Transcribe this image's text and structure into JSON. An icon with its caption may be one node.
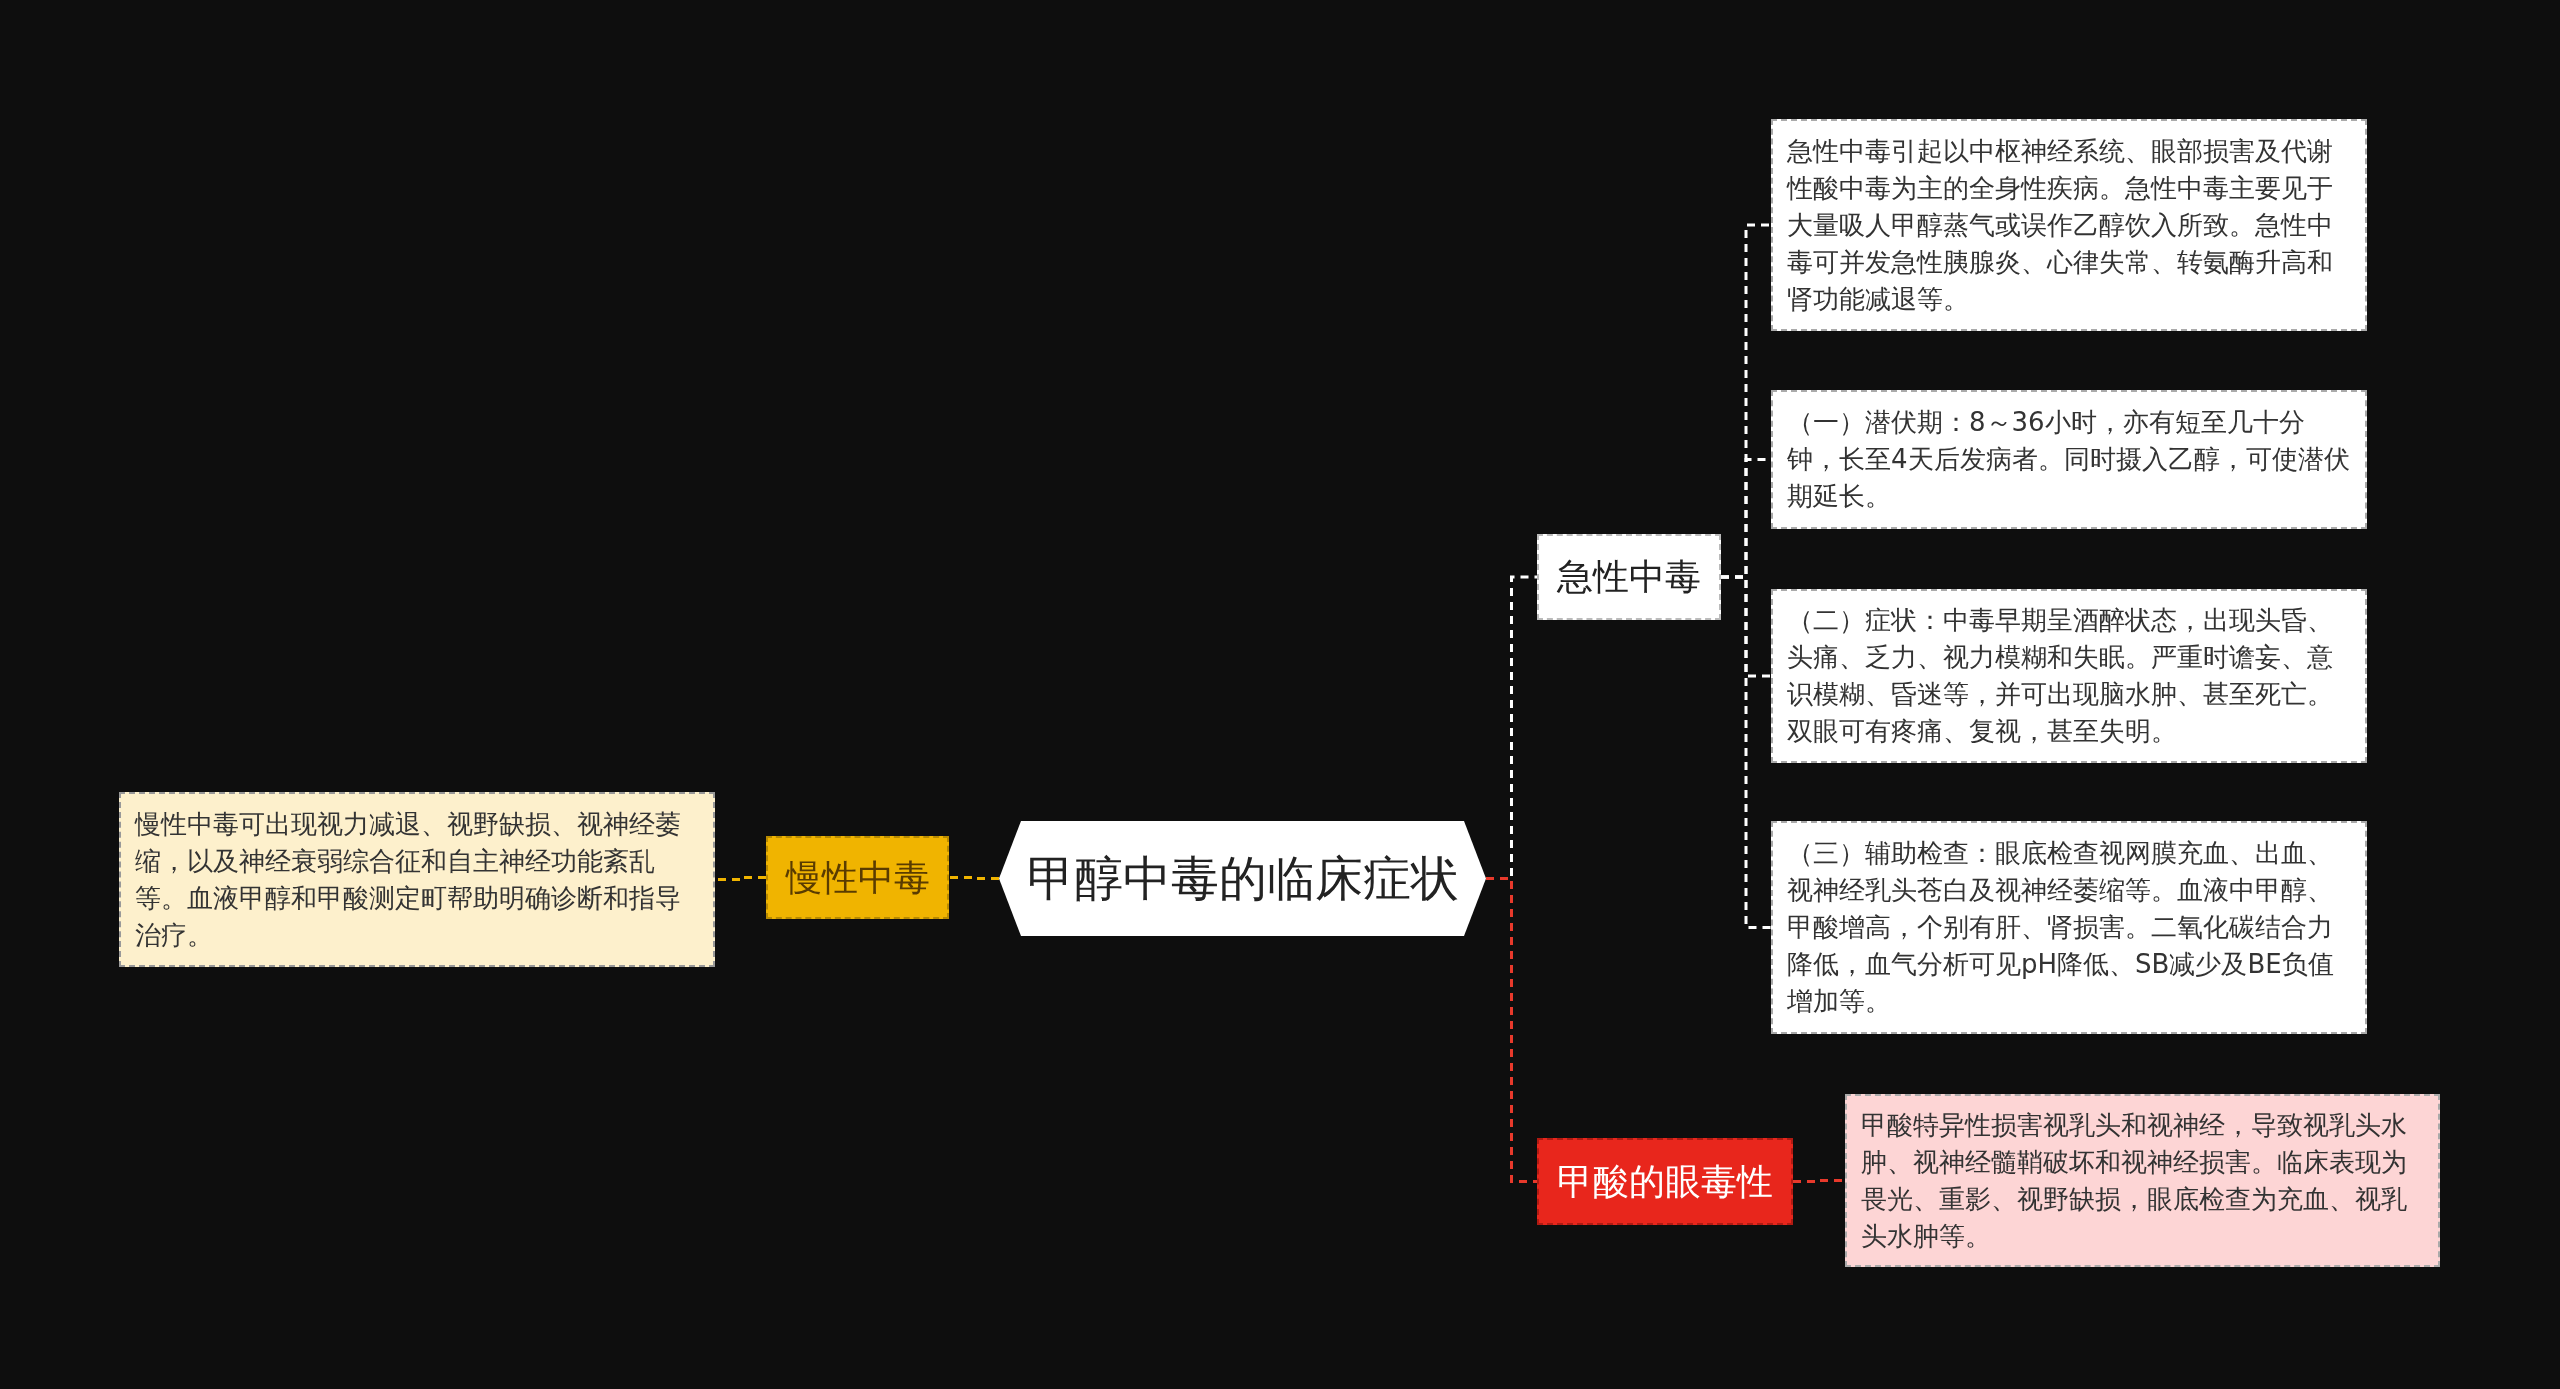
{
  "diagram": {
    "nodes": [
      {
        "text": [
          "甲醇中毒的临床症状"
        ]
      },
      {
        "text": [
          "慢性中毒"
        ]
      },
      {
        "text": [
          "慢性中毒可出现视力减退、视野缺损、视神经萎缩，以及神经衰弱综合征和自主神经功能紊乱等。血液甲醇和甲酸测定町帮助明确诊断和指导治疗。"
        ]
      },
      {
        "text": [
          "急性中毒"
        ]
      },
      {
        "text": [
          "急性中毒引起以中枢神经系统、眼部损害及代谢性酸中毒为主的全身性疾病。急性中毒主要见于大量吸人甲醇蒸气或误作乙醇饮入所致。急性中毒可并发急性胰腺炎、心律失常、转氨酶升高和肾功能减退等。"
        ]
      },
      {
        "text": [
          "（一）潜伏期：8～36小时，亦有短至几十分钟，长至4天后发病者。同时摄入乙醇，可使潜伏期延长。"
        ]
      },
      {
        "text": [
          "（二）症状：中毒早期呈酒醉状态，出现头昏、头痛、乏力、视力模糊和失眠。严重时谵妄、意识模糊、昏迷等，并可出现脑水肿、甚至死亡。双眼可有疼痛、复视，甚至失明。"
        ]
      },
      {
        "text": [
          "（三）辅助检查：眼底检查视网膜充血、出血、视神经乳头苍白及视神经萎缩等。血液中甲醇、甲酸增高，个别有肝、肾损害。二氧化碳结合力降低，血气分析可见pH降低、SB减少及BE负值增加等。"
        ]
      },
      {
        "text": [
          "甲酸的眼毒性"
        ]
      },
      {
        "text": [
          "甲酸特异性损害视乳头和视神经，导致视乳头水肿、视神经髓鞘破坏和视神经损害。临床表现为畏光、重影、视野缺损，眼底检查为充血、视乳头水肿等。"
        ]
      }
    ],
    "edges": [
      {
        "from": 0,
        "to": 1,
        "arrow": "none",
        "style": "dashed",
        "color": "#f0b400"
      },
      {
        "from": 1,
        "to": 2,
        "arrow": "none",
        "style": "dashed",
        "color": "#f0b400"
      },
      {
        "from": 0,
        "to": 3,
        "arrow": "none",
        "style": "dashed"
      },
      {
        "from": 3,
        "to": 4,
        "arrow": "none",
        "style": "dashed"
      },
      {
        "from": 3,
        "to": 5,
        "arrow": "none",
        "style": "dashed"
      },
      {
        "from": 3,
        "to": 6,
        "arrow": "none",
        "style": "dashed"
      },
      {
        "from": 3,
        "to": 7,
        "arrow": "none",
        "style": "dashed"
      },
      {
        "from": 0,
        "to": 8,
        "arrow": "none",
        "style": "dashed",
        "color": "#e8392b"
      },
      {
        "from": 8,
        "to": 9,
        "arrow": "none",
        "style": "dashed",
        "color": "#e8392b"
      }
    ]
  }
}
